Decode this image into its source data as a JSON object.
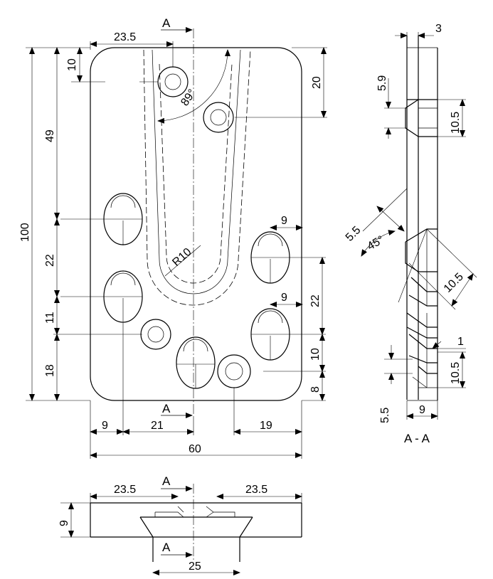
{
  "section_label": "A - A",
  "cut_marker": "A",
  "front": {
    "top_offset": "23.5",
    "top_hole_y": "10",
    "overall_height": "100",
    "upper_span": "49",
    "mid_span": "22",
    "lower_span": "11",
    "bottom_span": "18",
    "right_top_hole": "20",
    "angle": "89°",
    "slot_radius": "R10",
    "right_hole_width_1": "9",
    "right_hole_width_2": "9",
    "right_span": "22",
    "right_small": "10",
    "right_bottom": "8",
    "bottom_left": "9",
    "bottom_mid": "21",
    "bottom_right": "19",
    "overall_width": "60"
  },
  "section": {
    "thickness": "3",
    "upper_offset": "5.9",
    "upper_hole": "10.5",
    "oblique_offset": "5.5",
    "oblique_angle": "45°",
    "oblique_hole": "10.5",
    "small_step": "1",
    "lower_hole": "10.5",
    "lower_offset": "5.5",
    "base_width": "9"
  },
  "bottom_view": {
    "left_offset": "23.5",
    "right_offset": "23.5",
    "height": "9",
    "bottom_width": "25"
  }
}
